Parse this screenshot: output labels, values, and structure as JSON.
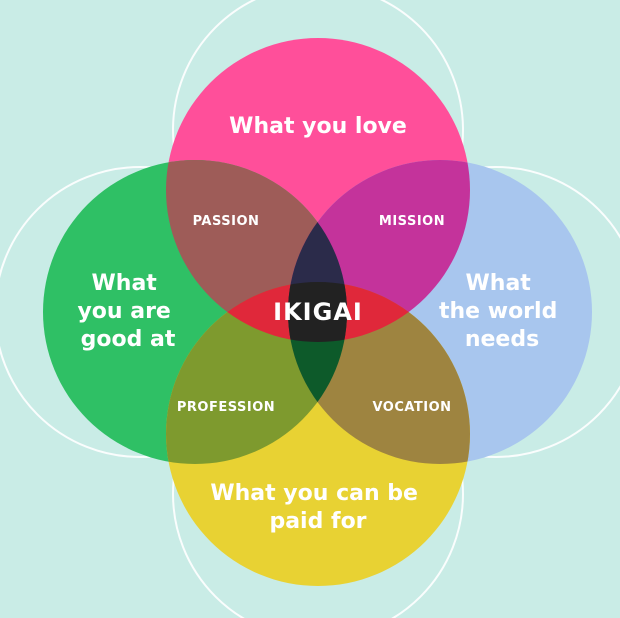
{
  "colors": {
    "background": "#c9ece6",
    "love": "#ff4f9a",
    "good_at": "#2fc065",
    "world_needs": "#a8c6ee",
    "paid_for": "#e8d233",
    "passion": "#9e5c58",
    "mission": "#c4339b",
    "profession": "#7e9a2e",
    "vocation": "#9e8440",
    "pink_green_yellow_triple": "#e0283a",
    "pink_blue_yellow_triple": "#e0283a",
    "top_lens": "#2b2b4a",
    "bottom_lens": "#0d5a2a",
    "ikigai_center": "#222222"
  },
  "circles": {
    "love": "What you love",
    "good_at": [
      "What",
      "you are",
      "good at"
    ],
    "world_needs": [
      "What",
      "the world",
      "needs"
    ],
    "paid_for": [
      "What you can be",
      "paid for"
    ]
  },
  "overlaps": {
    "passion": "PASSION",
    "mission": "MISSION",
    "profession": "PROFESSION",
    "vocation": "VOCATION"
  },
  "center": "IKIGAI"
}
